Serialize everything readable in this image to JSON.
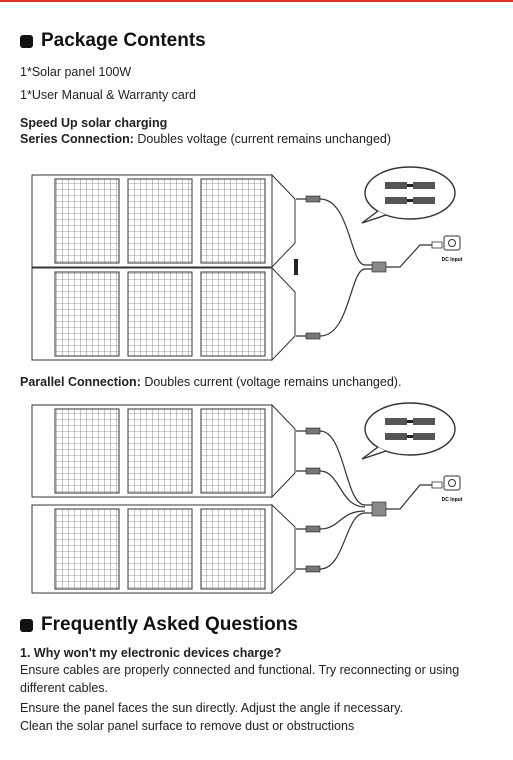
{
  "accent": "#d9322b",
  "package": {
    "title": "Package Contents",
    "items": [
      "1*Solar panel 100W",
      "1*User Manual & Warranty card"
    ]
  },
  "speedup": {
    "title": "Speed Up solar charging",
    "series_label": "Series Connection:",
    "series_text": " Doubles voltage (current remains unchanged)",
    "parallel_label": "Parallel Connection:",
    "parallel_text": " Doubles current (voltage remains unchanged).",
    "dc_input_label": "DC Input"
  },
  "faq": {
    "title": "Frequently Asked Questions",
    "q1": "1. Why won't my electronic devices charge?",
    "answers": [
      "Ensure cables are properly connected and functional. Try reconnecting or using",
      "different cables.",
      "Ensure the panel faces the sun directly. Adjust the angle if necessary.",
      "Clean the solar panel surface to remove dust or obstructions"
    ]
  }
}
